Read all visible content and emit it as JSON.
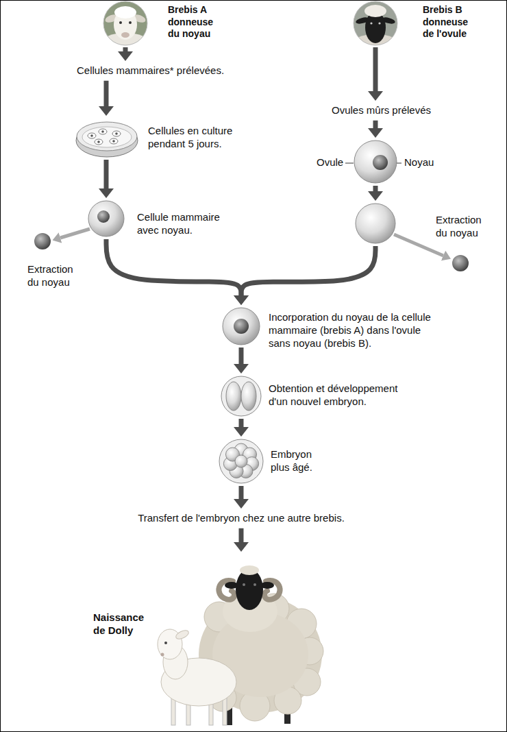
{
  "diagram": {
    "nodes": [
      {
        "text": [
          "Brebis A donneuse du noyau"
        ]
      },
      {
        "text": [
          "Brebis B donneuse de l'ovule"
        ]
      },
      {
        "text": [
          "Cellules mammaires* prélevées."
        ]
      },
      {
        "text": [
          "Cellules en culture pendant 5 jours."
        ]
      },
      {
        "text": [
          "Cellule mammaire avec noyau.",
          "Extraction du noyau"
        ]
      },
      {
        "text": [
          "Ovules mûrs prélevés"
        ]
      },
      {
        "text": [
          "Ovule",
          "Noyau"
        ]
      },
      {
        "text": [
          "Extraction du noyau"
        ]
      },
      {
        "text": [
          "Incorporation du noyau de la cellule mammaire (brebis A) dans l'ovule sans noyau (brebis B)."
        ]
      },
      {
        "text": [
          "Obtention et développement d'un nouvel embryon."
        ]
      },
      {
        "text": [
          "Embryon plus âgé."
        ]
      },
      {
        "text": [
          "Transfert de l'embryon chez une autre brebis."
        ]
      },
      {
        "text": [
          "Naissance de Dolly"
        ]
      }
    ],
    "edges": [
      {
        "from": 0,
        "to": 2,
        "arrow": "to"
      },
      {
        "from": 2,
        "to": 3,
        "arrow": "to"
      },
      {
        "from": 3,
        "to": 4,
        "arrow": "to"
      },
      {
        "from": 1,
        "to": 5,
        "arrow": "to"
      },
      {
        "from": 5,
        "to": 6,
        "arrow": "to"
      },
      {
        "from": 6,
        "to": 7,
        "arrow": "to"
      },
      {
        "from": 4,
        "to": 8,
        "arrow": "to"
      },
      {
        "from": 7,
        "to": 8,
        "arrow": "to"
      },
      {
        "from": 8,
        "to": 9,
        "arrow": "to"
      },
      {
        "from": 9,
        "to": 10,
        "arrow": "to"
      },
      {
        "from": 10,
        "to": 11,
        "arrow": "to"
      },
      {
        "from": 11,
        "to": 12,
        "arrow": "to"
      }
    ]
  }
}
